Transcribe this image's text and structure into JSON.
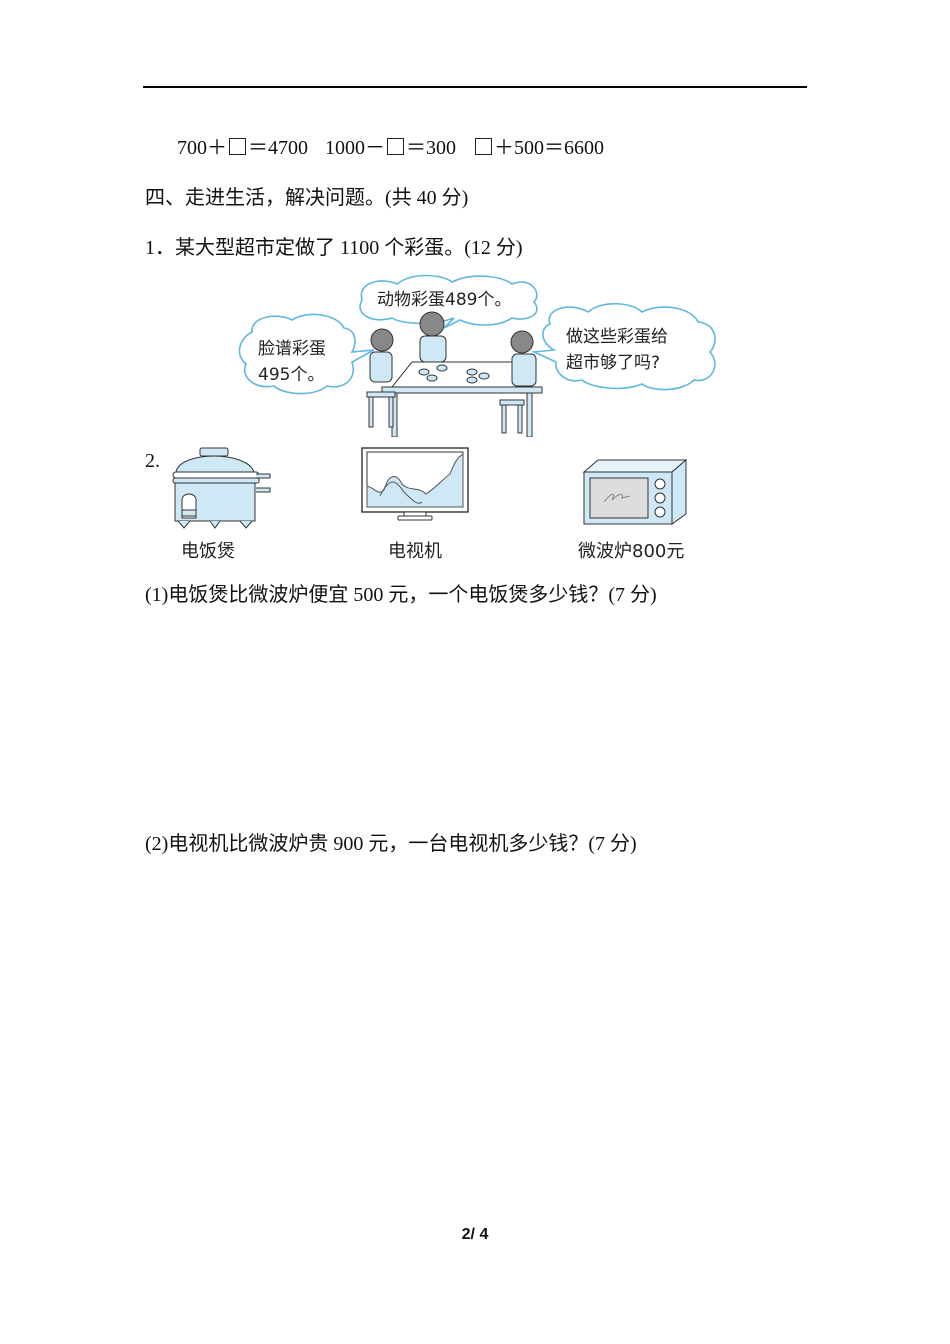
{
  "equations": [
    {
      "left": "700＋",
      "right": "＝4700"
    },
    {
      "left": "1000－",
      "right": "＝300"
    },
    {
      "left": "",
      "right": "＋500＝6600"
    }
  ],
  "section4": {
    "heading": "四、走进生活，解决问题。(共 40 分)"
  },
  "q1": {
    "text": "1．某大型超市定做了 1100 个彩蛋。(12 分)",
    "bubbles": {
      "left_line1": "脸谱彩蛋",
      "left_line2": "495个。",
      "middle": "动物彩蛋489个。",
      "right_line1": "做这些彩蛋给",
      "right_line2": "超市够了吗?"
    }
  },
  "q2": {
    "number": "2.",
    "items": [
      {
        "label": "电饭煲"
      },
      {
        "label": "电视机"
      },
      {
        "label": "微波炉800元"
      }
    ],
    "sub1": "(1)电饭煲比微波炉便宜 500 元，一个电饭煲多少钱？(7 分)",
    "sub2": "(2)电视机比微波炉贵 900 元，一台电视机多少钱？(7 分)"
  },
  "footer": {
    "page": "2/ 4"
  },
  "colors": {
    "illustration_blue": "#cfe8f5",
    "bubble_stroke": "#5fb7e0",
    "line_dark": "#333333"
  }
}
